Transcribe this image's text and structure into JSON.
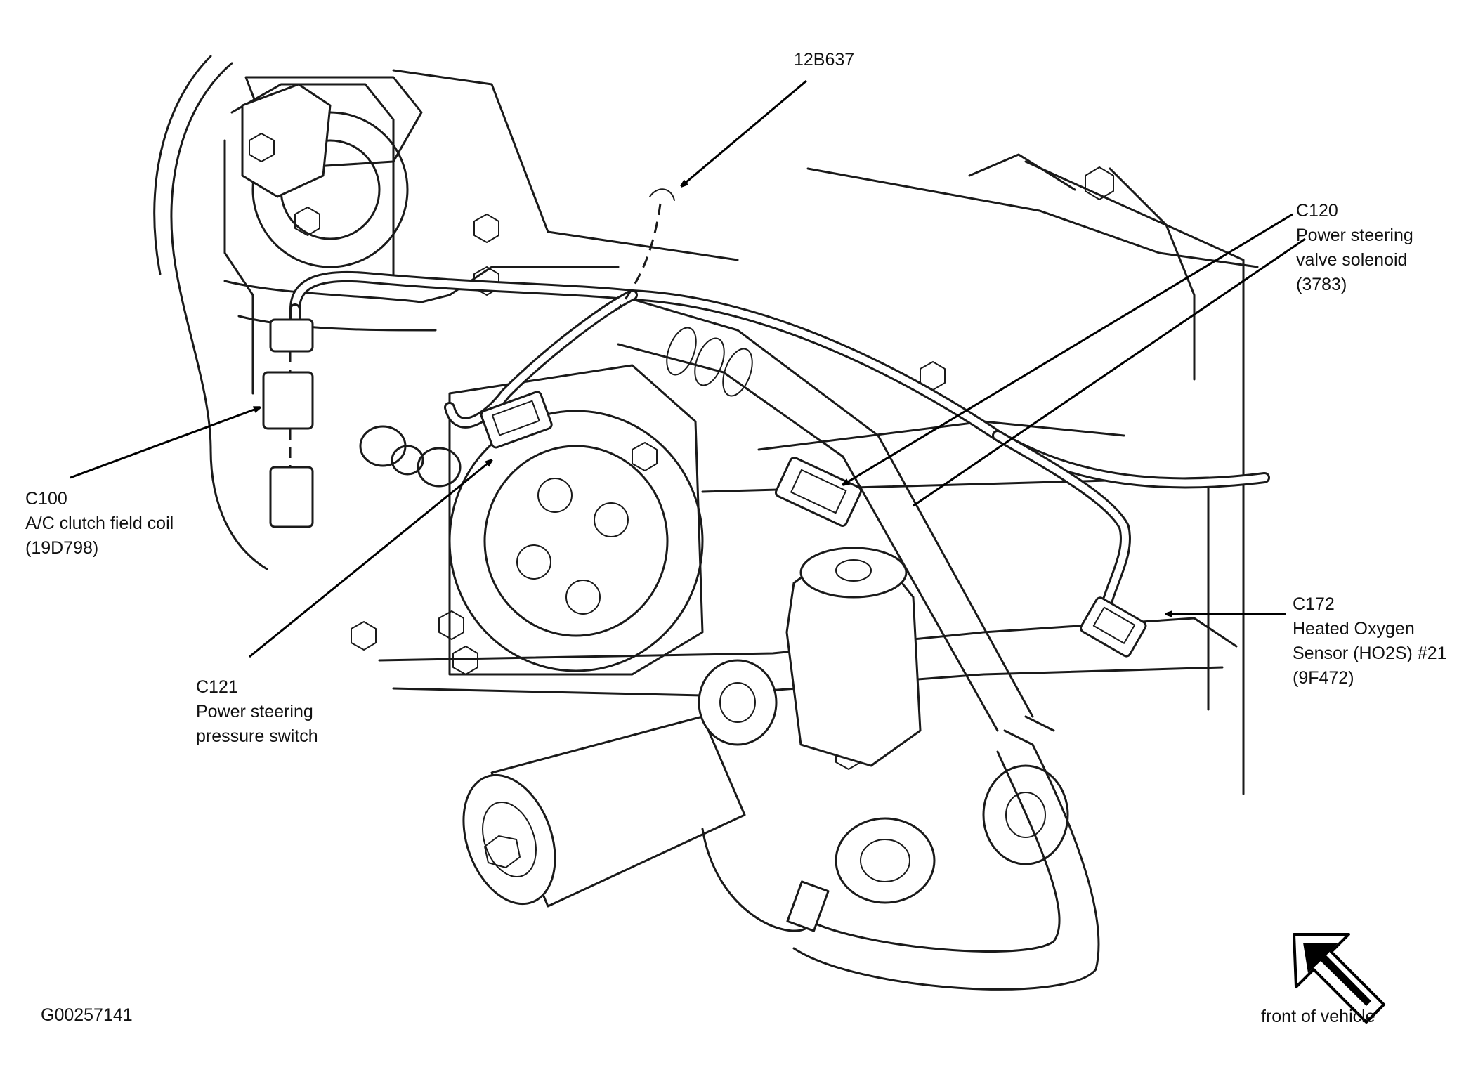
{
  "figure_id": "G00257141",
  "orientation_label": "front of vehicle",
  "callouts": {
    "c12b637": {
      "lines": [
        "12B637"
      ]
    },
    "c120": {
      "lines": [
        "C120",
        "Power steering",
        "valve solenoid",
        "(3783)"
      ]
    },
    "c100": {
      "lines": [
        "C100",
        "A/C clutch field coil",
        "(19D798)"
      ]
    },
    "c121": {
      "lines": [
        "C121",
        "Power steering",
        "pressure switch"
      ]
    },
    "c172": {
      "lines": [
        "C172",
        "Heated Oxygen",
        "Sensor (HO2S) #21",
        "(9F472)"
      ]
    }
  }
}
